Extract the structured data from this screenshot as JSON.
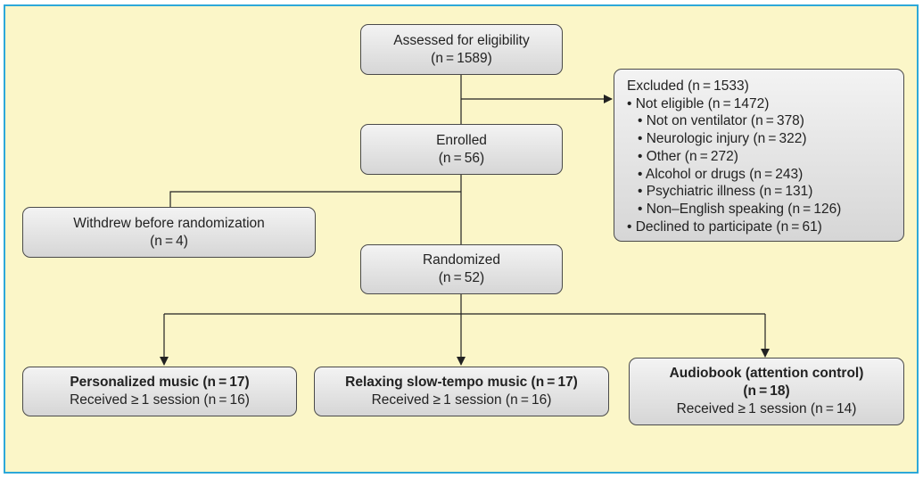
{
  "colors": {
    "frame_border": "#2da8d8",
    "background": "#fbf6c8",
    "box_fill": "#e4e4e4",
    "line": "#222222"
  },
  "assessed": {
    "title": "Assessed for eligibility",
    "n": "(n = 1589)"
  },
  "excluded": {
    "title": "Excluded (n = 1533)",
    "not_eligible": "• Not eligible (n = 1472)",
    "reasons": [
      "• Not on ventilator (n = 378)",
      "• Neurologic injury (n = 322)",
      "• Other (n = 272)",
      "• Alcohol or drugs (n = 243)",
      "• Psychiatric illness (n = 131)",
      "• Non–English speaking (n = 126)"
    ],
    "declined": "• Declined to participate (n = 61)"
  },
  "enrolled": {
    "title": "Enrolled",
    "n": "(n = 56)"
  },
  "withdrew": {
    "title": "Withdrew before randomization",
    "n": "(n = 4)"
  },
  "randomized": {
    "title": "Randomized",
    "n": "(n = 52)"
  },
  "arms": [
    {
      "title": "Personalized music (n = 17)",
      "received": "Received ≥ 1 session (n = 16)"
    },
    {
      "title": "Relaxing slow-tempo music (n = 17)",
      "received": "Received ≥ 1 session (n = 16)"
    },
    {
      "title": "Audiobook (attention control)",
      "title_n": "(n = 18)",
      "received": "Received ≥ 1 session (n = 14)"
    }
  ]
}
